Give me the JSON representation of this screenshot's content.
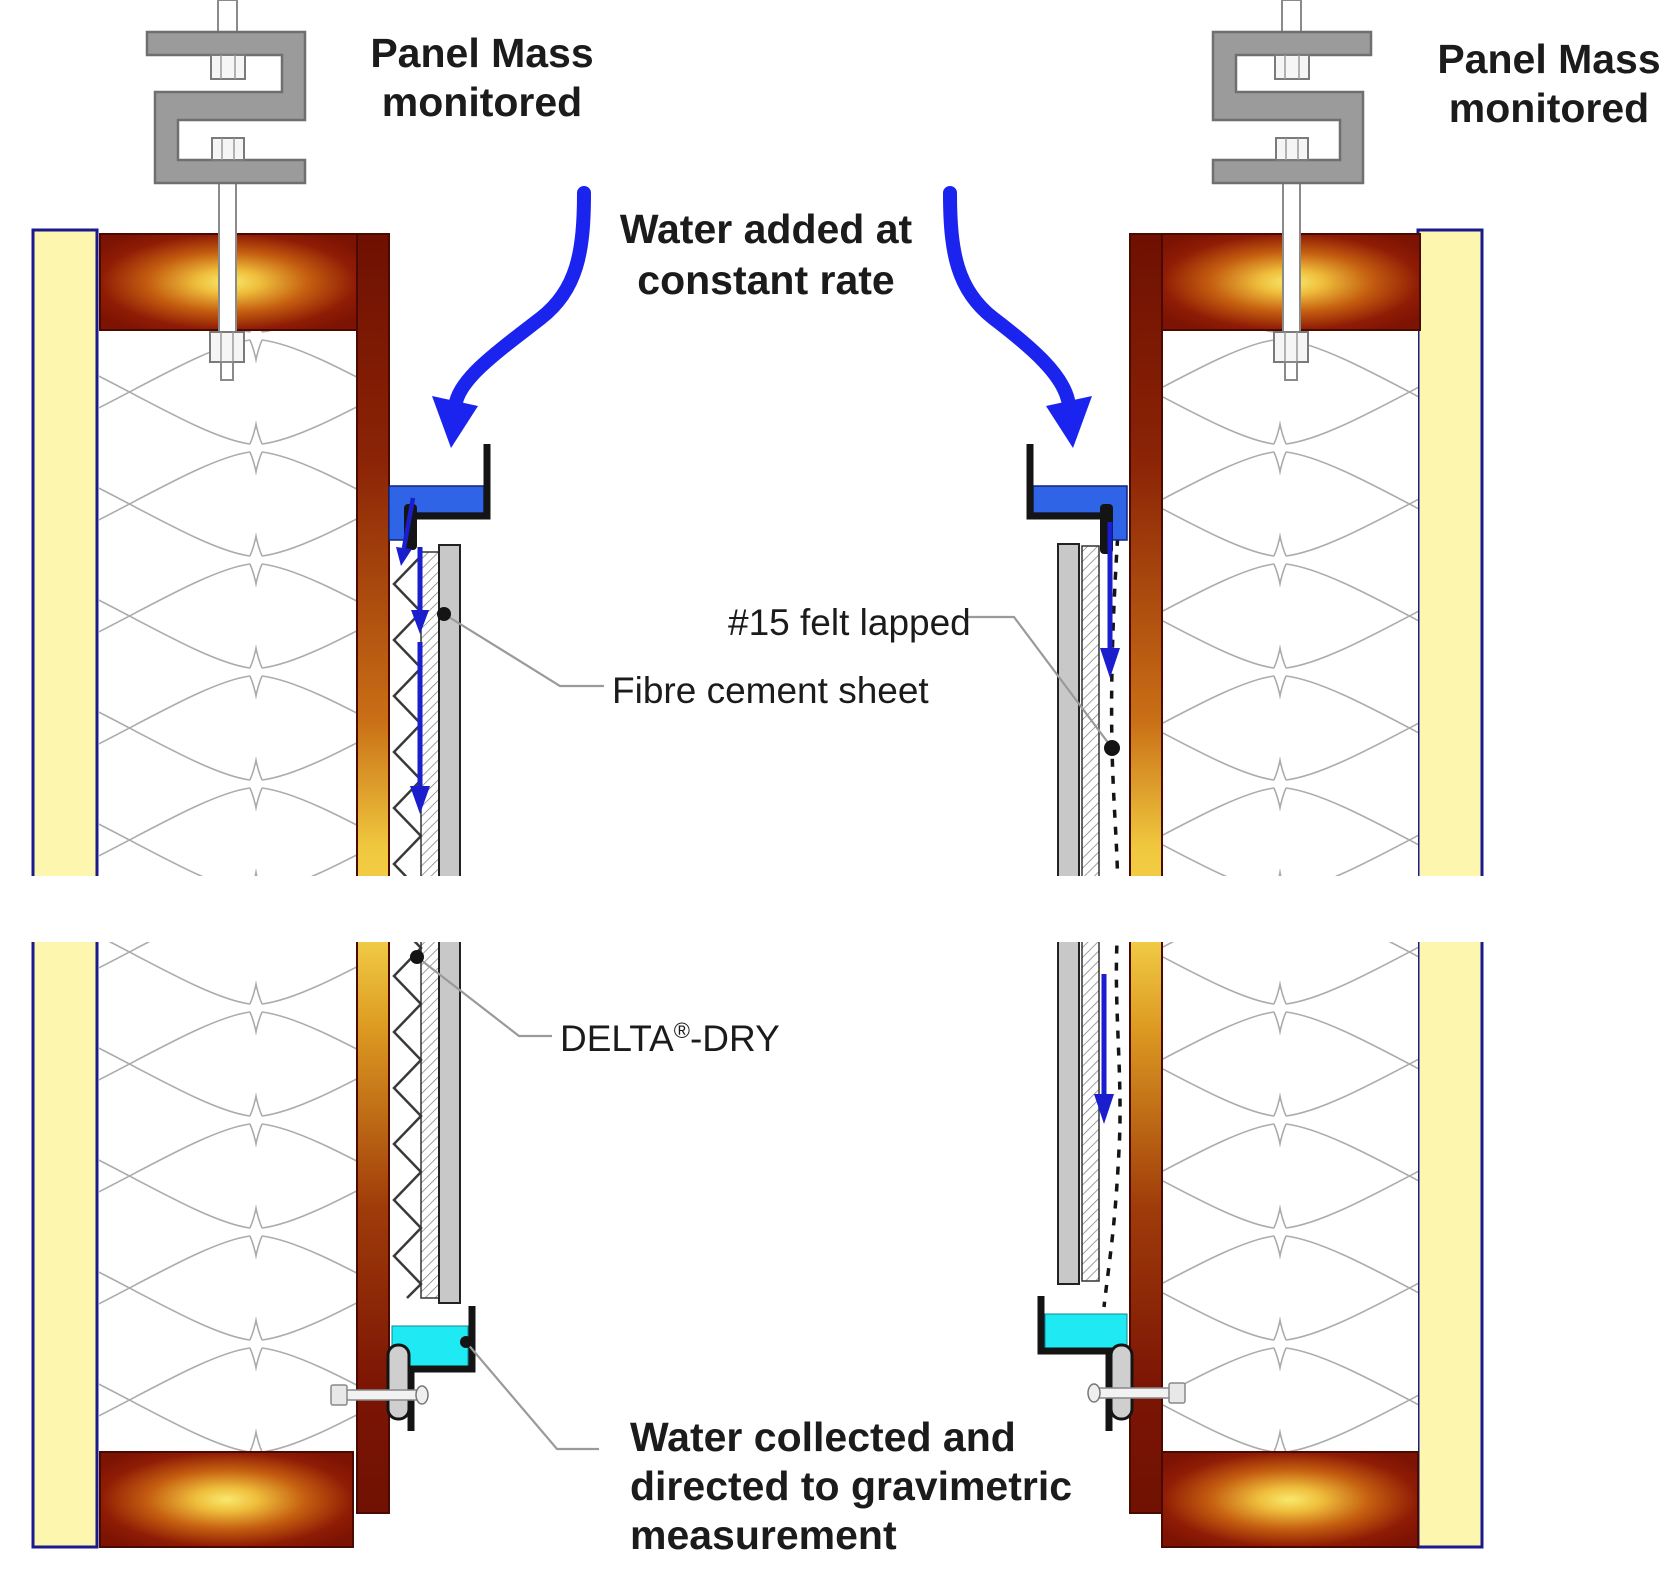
{
  "labels": {
    "panel_mass_left": {
      "line1": "Panel Mass",
      "line2": "monitored"
    },
    "panel_mass_right": {
      "line1": "Panel Mass",
      "line2": "monitored"
    },
    "water_added": {
      "line1": "Water added at",
      "line2": "constant rate"
    },
    "felt_lapped": "#15 felt lapped",
    "fibre_cement": "Fibre cement sheet",
    "delta_dry": {
      "brand": "DELTA",
      "registered": "®",
      "suffix": "-DRY"
    },
    "water_collected": {
      "line1": "Water collected and",
      "line2": "directed to gravimetric",
      "line3": "measurement"
    }
  },
  "colors": {
    "water_added_blue": "#2F64E6",
    "water_collected_cyan": "#1FE9F2",
    "arrow_blue": "#1B23EE",
    "flow_arrow_navy": "#1A1ECC",
    "sheathing_yellow": "#FCF6AE",
    "sheathing_border_navy": "#1A1A8C",
    "wood_dark_red": "#7C1303",
    "wood_glow_gold": "#F8E96E",
    "bracket_gray": "#9B9B9B",
    "sheet_gray": "#C8C8C8"
  }
}
